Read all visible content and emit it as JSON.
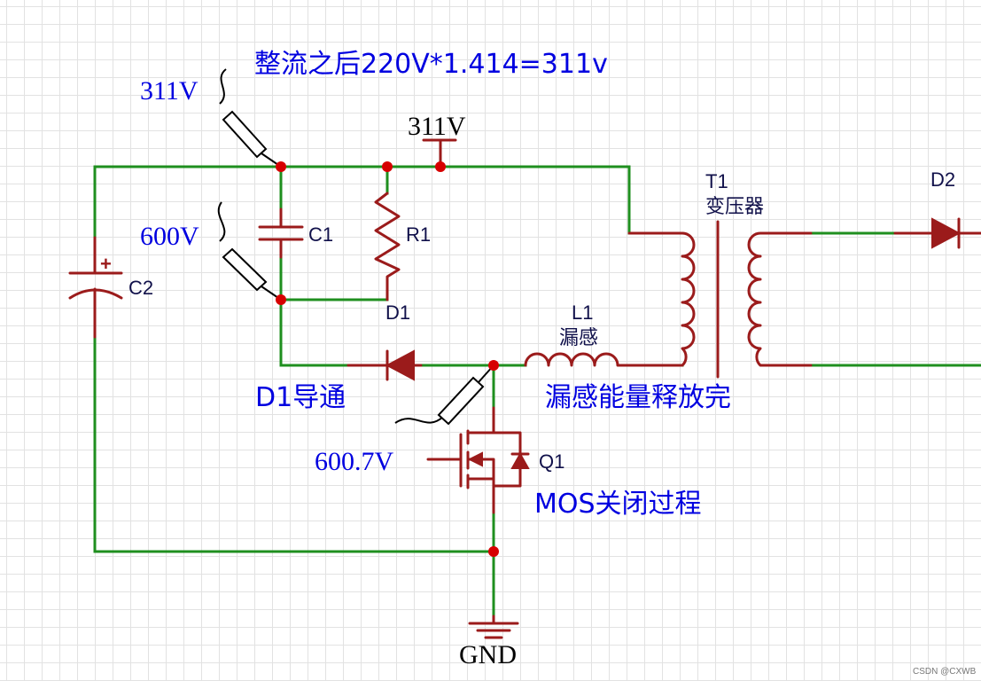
{
  "annotations": {
    "rectified_note": "整流之后220V*1.414=311v",
    "d1_note": "D1导通",
    "leak_note": "漏感能量释放完",
    "mos_note": "MOS关闭过程"
  },
  "probes": {
    "top": "311V",
    "cap": "600V",
    "mos": "600.7V"
  },
  "net_labels": {
    "rail": "311V",
    "ground": "GND"
  },
  "components": {
    "c1": "C1",
    "c2": "C2",
    "c2_polarity": "+",
    "r1": "R1",
    "d1": "D1",
    "l1": "L1",
    "l1_desc": "漏感",
    "t1": "T1",
    "t1_desc": "变压器",
    "q1": "Q1",
    "d2": "D2"
  },
  "watermark": "CSDN @CXWB",
  "colors": {
    "wire": "#1f8f1f",
    "component": "#9b1b1b",
    "junction": "#d60000",
    "annotation": "#0000e0"
  }
}
